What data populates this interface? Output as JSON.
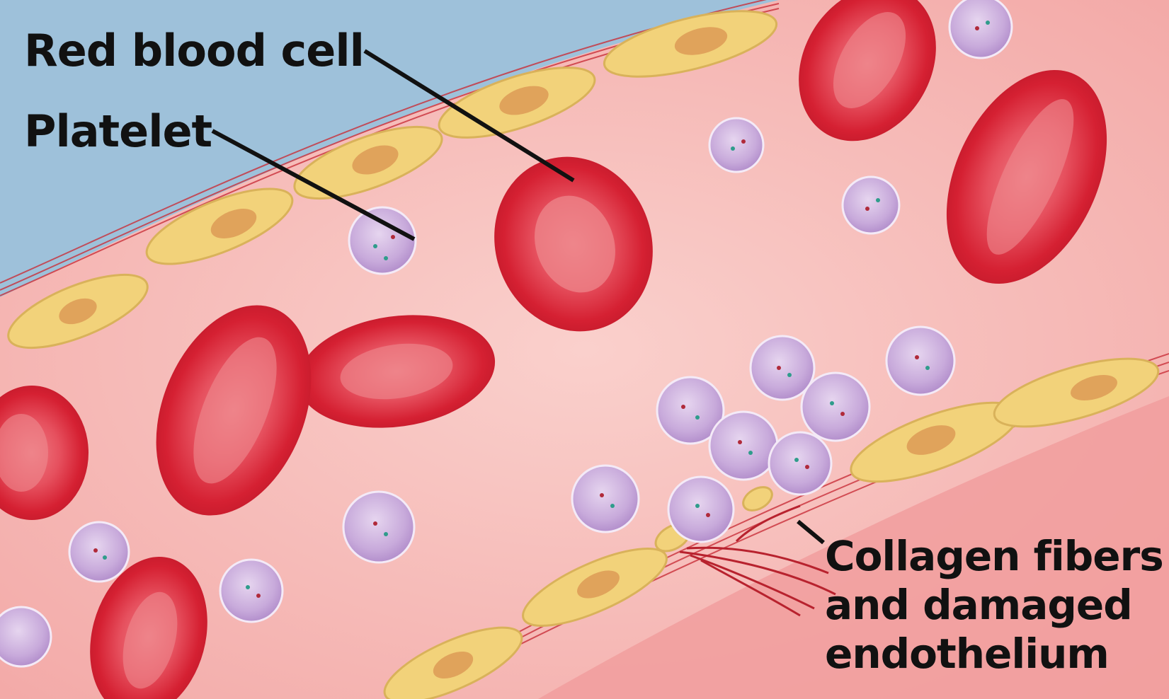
{
  "labels": {
    "red_blood_cell": "Red blood cell",
    "platelet": "Platelet",
    "collagen_lines": [
      "Collagen fibers",
      "and damaged",
      "endothelium"
    ]
  },
  "colors": {
    "outside": "#9ec1da",
    "plasma": "#f6b8b4",
    "endothelial_cell": "#f2d27a",
    "endothelial_nucleus": "#e0a35b",
    "red_blood_cell": "#d52032",
    "red_blood_cell_center": "#ef7a82",
    "platelet": "#c8aadb",
    "fiber": "#c9303a",
    "leader_line": "#111111"
  }
}
